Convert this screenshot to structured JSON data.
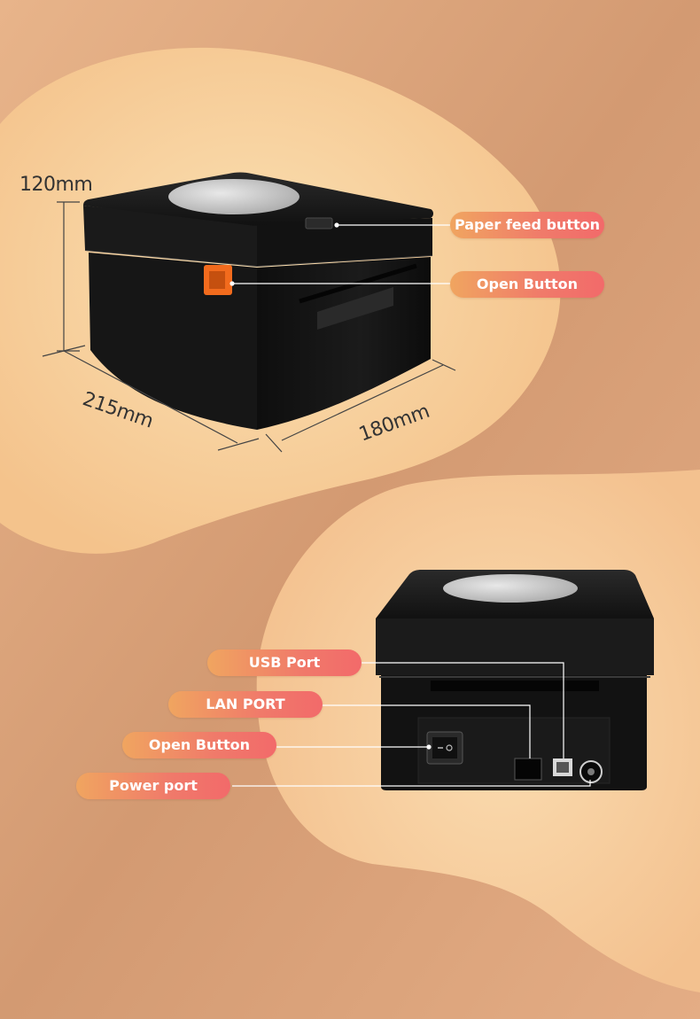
{
  "dimensions": {
    "height": "120mm",
    "depth": "215mm",
    "width": "180mm"
  },
  "callouts": {
    "paper_feed_button": "Paper feed button",
    "open_button_top": "Open Button",
    "usb_port": "USB Port",
    "lan_port": "LAN PORT",
    "open_button_back": "Open Button",
    "power_port": "Power port"
  },
  "colors": {
    "background_base": "#d9a37a",
    "blob_light": "#f7d4a3",
    "pill_start": "#f0a560",
    "pill_end": "#f26a6a",
    "printer_body": "#151515",
    "open_latch": "#f26b1d"
  }
}
